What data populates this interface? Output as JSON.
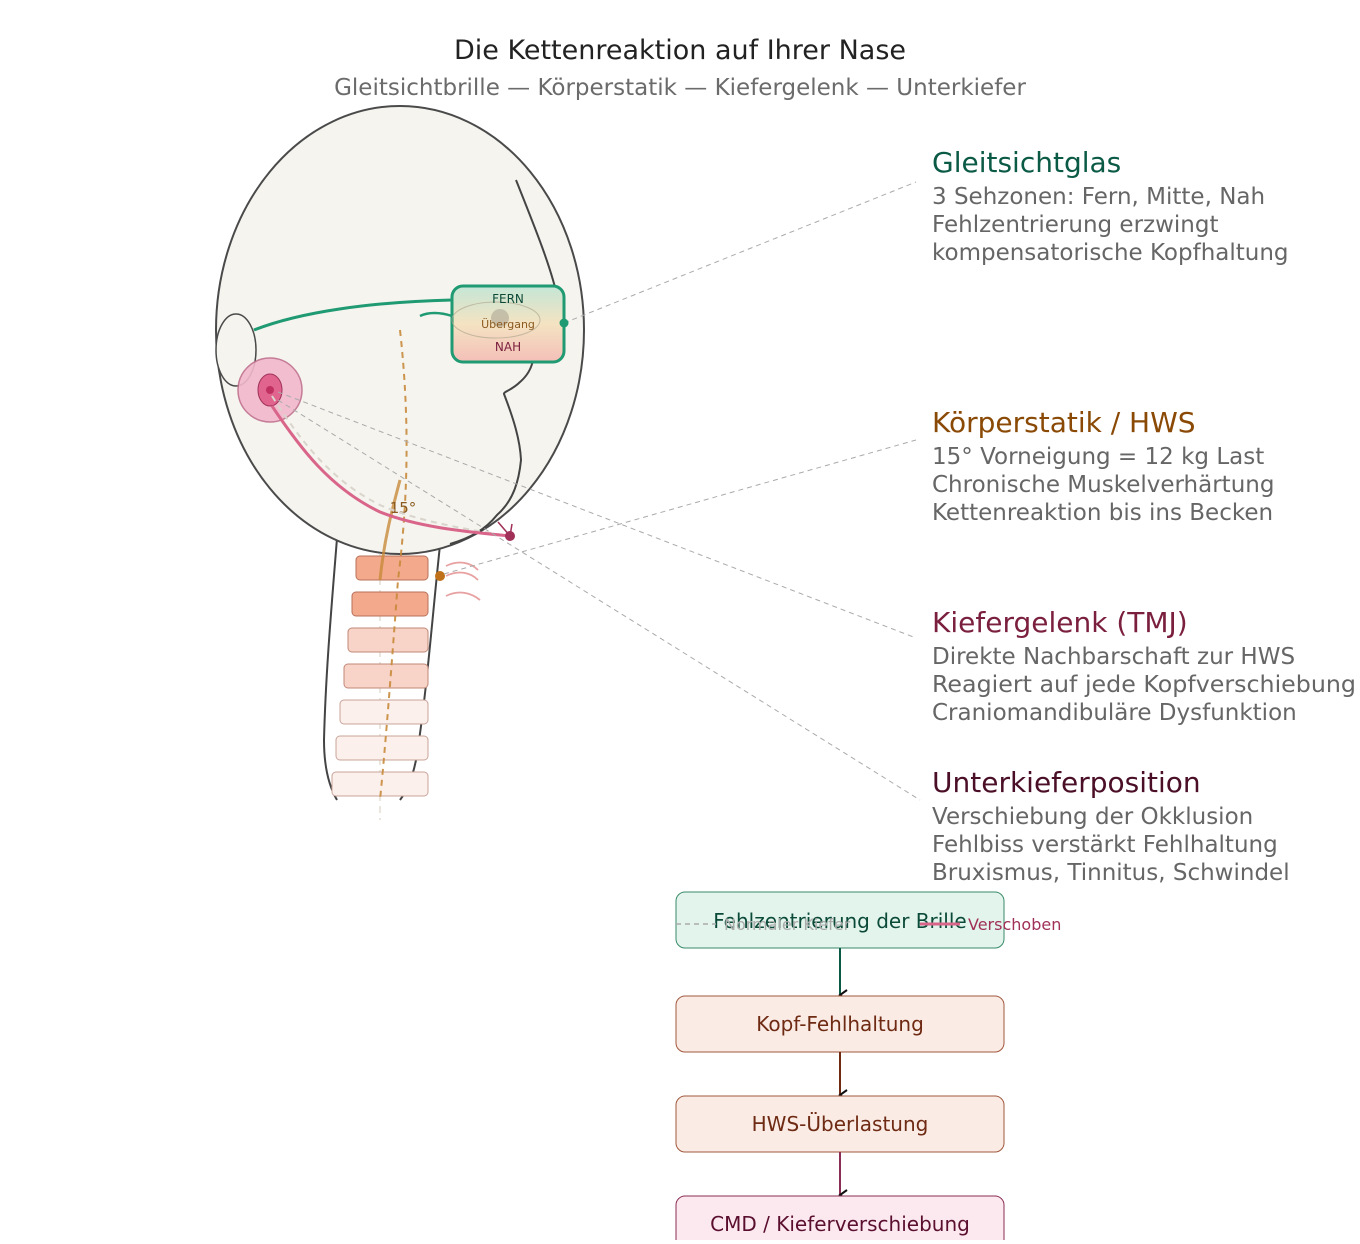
{
  "header": {
    "title": "Die Kettenreaktion auf Ihrer Nase",
    "subtitle": "Gleitsichtbrille — Körperstatik — Kiefergelenk — Unterkiefer"
  },
  "lens": {
    "top_label": "FERN",
    "middle_label": "Übergang",
    "bottom_label": "NAH"
  },
  "angle_label": "15°",
  "annotations": [
    {
      "heading": "Gleitsichtglas",
      "color": "#0b5a45",
      "lines": [
        "3 Sehzonen: Fern, Mitte, Nah",
        "Fehlzentrierung erzwingt",
        "kompensatorische Kopfhaltung"
      ]
    },
    {
      "heading": "Körperstatik / HWS",
      "color": "#8a4a06",
      "lines": [
        "15° Vorneigung = 12 kg Last",
        "Chronische Muskelverhärtung",
        "Kettenreaktion bis ins Becken"
      ]
    },
    {
      "heading": "Kiefergelenk (TMJ)",
      "color": "#7a1f3d",
      "lines": [
        "Direkte Nachbarschaft zur HWS",
        "Reagiert auf jede Kopfverschiebung",
        "Craniomandibuläre Dysfunktion"
      ]
    },
    {
      "heading": "Unterkieferposition",
      "color": "#4a0e26",
      "lines": [
        "Verschiebung der Okklusion",
        "Fehlbiss verstärkt Fehlhaltung",
        "Bruxismus, Tinnitus, Schwindel"
      ]
    }
  ],
  "legend": {
    "normal": "Normaler Kiefer",
    "shifted": "Verschoben"
  },
  "flow": [
    {
      "label": "Fehlzentrierung der Brille",
      "fill": "#e2f4ec",
      "stroke": "#3a8a6a",
      "text_color": "#0b4a38"
    },
    {
      "label": "Kopf-Fehlhaltung",
      "fill": "#fbebe5",
      "stroke": "#a0583e",
      "text_color": "#6e2a12"
    },
    {
      "label": "HWS-Überlastung",
      "fill": "#fbebe5",
      "stroke": "#a0583e",
      "text_color": "#6e2a12"
    },
    {
      "label": "CMD / Kieferverschiebung",
      "fill": "#fce8ef",
      "stroke": "#8a2e55",
      "text_color": "#5a0f2e"
    }
  ],
  "colors": {
    "frame": "#1f9a72",
    "posture": "#c88a3a",
    "jaw": "#d9668a",
    "vertebra_strong": "#f2a98c",
    "head_fill": "#f5f4ef"
  }
}
